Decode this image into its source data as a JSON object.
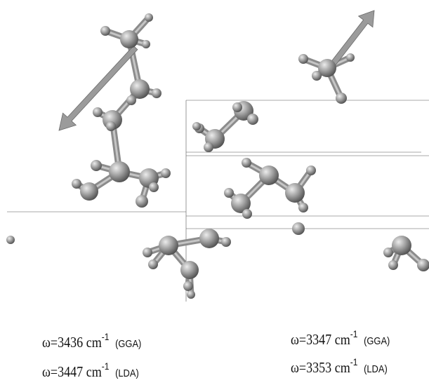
{
  "panels": [
    {
      "id": "left",
      "labels": [
        {
          "prefix": "ω=",
          "value": "3436",
          "unit": "cm",
          "exp": "-1",
          "method": "(GGA)"
        },
        {
          "prefix": "ω=",
          "value": "3447",
          "unit": "cm",
          "exp": "-1",
          "method": "(LDA)"
        }
      ]
    },
    {
      "id": "right",
      "labels": [
        {
          "prefix": "ω=",
          "value": "3347",
          "unit": "cm",
          "exp": "-1",
          "method": "(GGA)"
        },
        {
          "prefix": "ω=",
          "value": "3353",
          "unit": "cm",
          "exp": "-1",
          "method": "(LDA)"
        }
      ]
    }
  ],
  "colors": {
    "atom": "#9a9a9a",
    "atom_highlight": "#e6e6e6",
    "atom_shadow": "#4a4a4a",
    "bond": "#8c8c8c",
    "arrow": "#9b9b9b",
    "divider": "#555555"
  }
}
